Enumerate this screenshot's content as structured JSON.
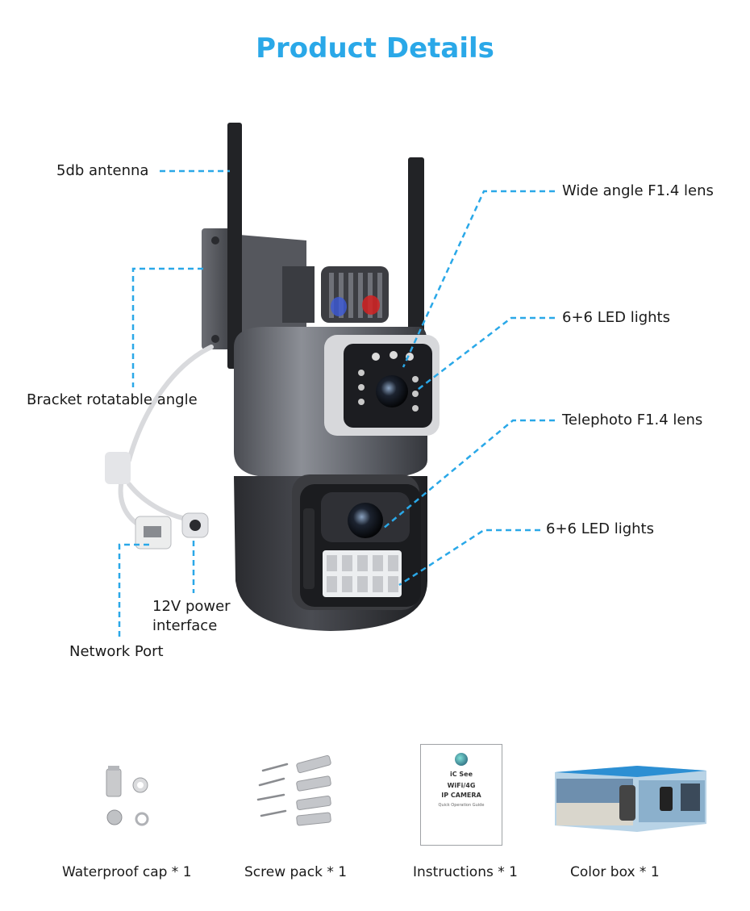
{
  "title": "Product Details",
  "callouts": {
    "antenna": "5db antenna",
    "bracket": "Bracket rotatable angle",
    "power_line1": "12V power",
    "power_line2": "interface",
    "network": "Network Port",
    "wide_lens": "Wide angle F1.4 lens",
    "led_top": "6+6 LED lights",
    "tele_lens": "Telephoto F1.4 lens",
    "led_bottom": "6+6 LED lights"
  },
  "accessories": [
    {
      "label": "Waterproof cap * 1",
      "icon": "waterproof-cap-icon"
    },
    {
      "label": "Screw pack * 1",
      "icon": "screw-pack-icon"
    },
    {
      "label": "Instructions * 1",
      "icon": "instructions-booklet-icon"
    },
    {
      "label": "Color box * 1",
      "icon": "color-box-icon"
    }
  ],
  "booklet": {
    "brand": "iC See",
    "line1": "WiFi/4G",
    "line2": "IP CAMERA",
    "line3": "Quick Operation Guide"
  },
  "colors": {
    "accent": "#2aa8e8",
    "leader": "#2aa8e8",
    "camera_body": "#5e6066",
    "camera_dark": "#2b2c30"
  }
}
